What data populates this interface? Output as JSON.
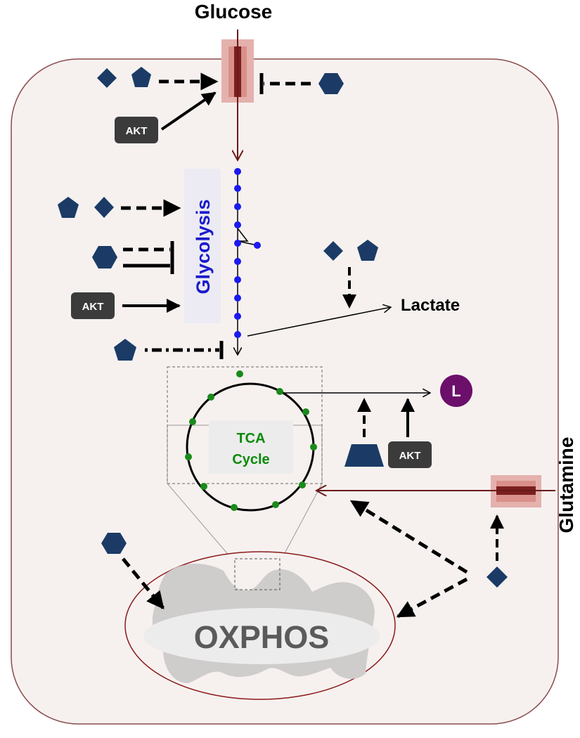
{
  "labels": {
    "glucose": "Glucose",
    "glutamine": "Glutamine",
    "glycolysis": "Glycolysis",
    "lactate": "Lactate",
    "tca_line1": "TCA",
    "tca_line2": "Cycle",
    "oxphos": "OXPHOS",
    "l_badge": "L",
    "akt_top": "AKT",
    "akt_glycolysis": "AKT",
    "akt_tca": "AKT"
  },
  "colors": {
    "cell_fill": "#f6f1ef",
    "cell_stroke": "#8a4a4a",
    "transporter": "#e5b1ad",
    "transporter_core": "#7a1f1f",
    "regulator_shape": "#1b3b66",
    "akt_box": "#3b3b3b",
    "glycolysis_text": "#1a1acc",
    "glycolysis_dots": "#1a1aee",
    "tca_text": "#0a8a0a",
    "tca_dots": "#1a8a1a",
    "l_badge": "#6b0f6b",
    "oxphos_text": "#5a5a5a",
    "mito_stroke": "#8a1a1a"
  },
  "icons": {
    "regulators": [
      "diamond-icon",
      "pentagon-icon",
      "hexagon-icon",
      "trapezoid-icon"
    ]
  }
}
